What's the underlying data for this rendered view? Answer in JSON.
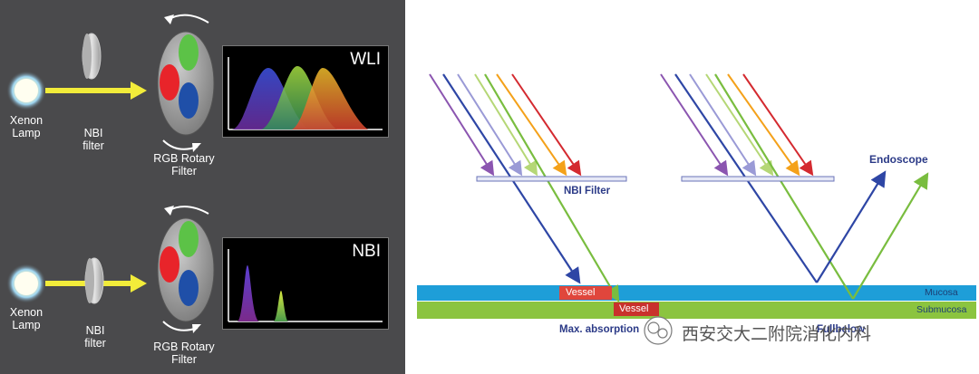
{
  "left": {
    "wli": {
      "light_source": "Xenon\nLamp",
      "filter": "NBI\nfilter",
      "rotary": "RGB Rotary\nFilter",
      "mode": "WLI"
    },
    "nbi": {
      "light_source": "Xenon\nLamp",
      "filter": "NBI\nfilter",
      "rotary": "RGB Rotary\nFilter",
      "mode": "NBI"
    }
  },
  "right": {
    "nbi_filter_label": "NBI Filter",
    "endoscope_label": "Endoscope",
    "vessel_1": "Vessel",
    "vessel_2": "Vessel",
    "mucosa": "Mucosa",
    "submucosa": "Submucosa",
    "max_absorption": "Max. absorption",
    "fullbelow": "Fullbelow",
    "watermark": "西安交大二附院消化内科"
  },
  "colors": {
    "left_bg": "#4a4a4c",
    "arrow_yellow": "#f2ec3a",
    "mucosa": "#1e9ed8",
    "submucosa": "#8bc43f",
    "vessel": "#e0463c",
    "label_navy": "#2b3a87",
    "ray_violet": "#8b55b0",
    "ray_blue": "#2e46a5",
    "ray_lavender": "#9a9ad6",
    "ray_lightgreen": "#b5d776",
    "ray_green": "#79bd3f",
    "ray_orange": "#f4a11a",
    "ray_red": "#d42a30"
  }
}
